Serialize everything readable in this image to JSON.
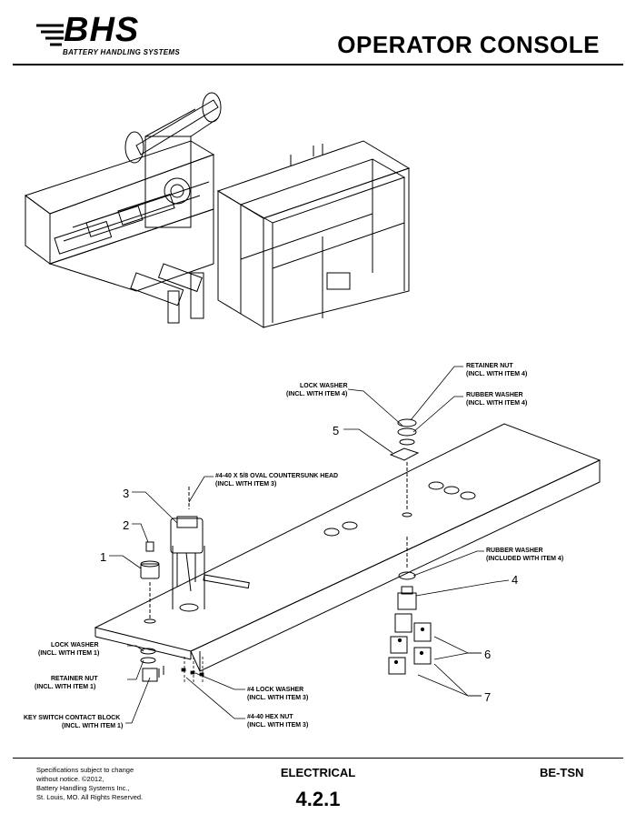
{
  "header": {
    "logo_text": "BHS",
    "logo_subtitle": "BATTERY HANDLING SYSTEMS",
    "title": "OPERATOR CONSOLE"
  },
  "callouts": [
    {
      "id": "lock-washer-top",
      "lines": [
        "LOCK WASHER",
        "(INCL. WITH ITEM 4)"
      ]
    },
    {
      "id": "retainer-nut-top",
      "lines": [
        "RETAINER NUT",
        "(INCL. WITH ITEM 4)"
      ]
    },
    {
      "id": "rubber-washer-top",
      "lines": [
        "RUBBER WASHER",
        "(INCL. WITH ITEM 4)"
      ]
    },
    {
      "id": "oval-countersunk-head",
      "lines": [
        "#4-40 X 5/8 OVAL COUNTERSUNK HEAD",
        "(INCL. WITH ITEM 3)"
      ]
    },
    {
      "id": "rubber-washer-right",
      "lines": [
        "RUBBER WASHER",
        "(INCLUDED WITH ITEM 4)"
      ]
    },
    {
      "id": "lock-washer-left",
      "lines": [
        "LOCK WASHER",
        "(INCL. WITH ITEM 1)"
      ]
    },
    {
      "id": "retainer-nut-left",
      "lines": [
        "RETAINER NUT",
        "(INCL. WITH ITEM 1)"
      ]
    },
    {
      "id": "key-switch-contact-block",
      "lines": [
        "KEY SWITCH CONTACT BLOCK",
        "(INCL. WITH ITEM 1)"
      ]
    },
    {
      "id": "lock-washer-4",
      "lines": [
        "#4 LOCK WASHER",
        "(INCL. WITH ITEM 3)"
      ]
    },
    {
      "id": "hex-nut",
      "lines": [
        "#4-40 HEX NUT",
        "(INCL. WITH ITEM 3)"
      ]
    }
  ],
  "item_numbers": [
    "1",
    "2",
    "3",
    "4",
    "5",
    "6",
    "7"
  ],
  "footer": {
    "note_lines": [
      "Specifications subject to change",
      "without notice. ©2012,",
      "Battery Handling Systems Inc.,",
      "St. Louis, MO. All Rights Reserved."
    ],
    "section": "ELECTRICAL",
    "number": "4.2.1",
    "model": "BE-TSN"
  }
}
